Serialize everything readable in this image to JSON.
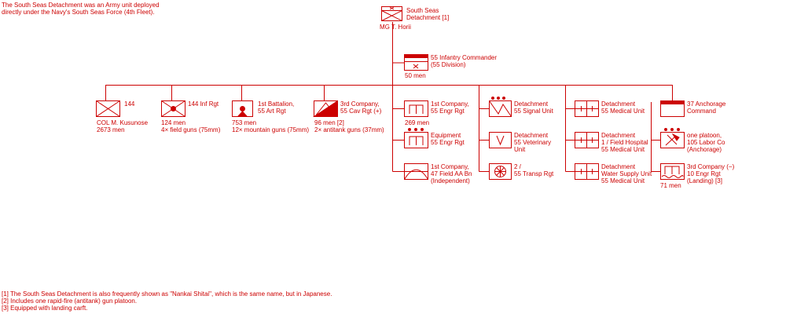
{
  "colors": {
    "ink": "#cc0000",
    "background": "#ffffff"
  },
  "intro_note": [
    "The South Seas Detachment was an Army unit deployed",
    "directly under the Navy's South Seas Force (4th Fleet)."
  ],
  "hq": {
    "symbol": "infantry-hq",
    "name": [
      "South Seas",
      "Detachment [1]"
    ],
    "commander": "MG  T. Horii"
  },
  "infantry_commander": {
    "symbol": "infantry-hq-band",
    "name": [
      "55 Infantry Commander",
      "(55 Division)"
    ],
    "strength": "50 men"
  },
  "row_units": [
    {
      "symbol": "infantry",
      "name": [
        "144"
      ],
      "below": [
        "COL  M. Kusunose",
        "2673 men"
      ]
    },
    {
      "symbol": "field-artillery",
      "name": [
        "144 Inf Rgt"
      ],
      "below": [
        "124 men",
        "4× field guns (75mm)"
      ]
    },
    {
      "symbol": "mountain-artillery",
      "name": [
        "1st Battalion,",
        "55 Art Rgt"
      ],
      "below": [
        "753 men",
        "12× mountain guns (75mm)"
      ]
    },
    {
      "symbol": "cavalry-antitank",
      "name": [
        "3rd Company,",
        "55 Cav Rgt (+)"
      ],
      "below": [
        "96 men  [2]",
        "2× antitank guns (37mm)"
      ]
    }
  ],
  "engineer_column": [
    {
      "symbol": "engineer",
      "name": [
        "1st Company,",
        "55 Engr Rgt"
      ],
      "below": [
        "269 men"
      ]
    },
    {
      "symbol": "engineer-equipment",
      "name": [
        "Equipment",
        "55 Engr Rgt"
      ],
      "below": []
    },
    {
      "symbol": "anti-aircraft",
      "name": [
        "1st Company,",
        "47 Field AA Bn",
        "(Independent)"
      ],
      "below": []
    }
  ],
  "support_column": [
    {
      "symbol": "signal",
      "name": [
        "Detachment",
        "55 Signal Unit"
      ]
    },
    {
      "symbol": "veterinary",
      "name": [
        "Detachment",
        "55 Veterinary",
        "Unit"
      ]
    },
    {
      "symbol": "transport",
      "name": [
        "2 /",
        "55 Transp Rgt"
      ]
    }
  ],
  "medical_column": [
    {
      "symbol": "medical",
      "name": [
        "Detachment",
        "55 Medical Unit"
      ]
    },
    {
      "symbol": "field-hospital",
      "name": [
        "Detachment",
        "1 / Field Hospital",
        "55 Medical Unit"
      ]
    },
    {
      "symbol": "water-supply",
      "name": [
        "Detachment",
        "Water Supply Unit",
        "55 Medical Unit"
      ]
    }
  ],
  "anchorage_column": [
    {
      "symbol": "anchorage-hq",
      "name": [
        "37 Anchorage",
        "Command"
      ],
      "below": []
    },
    {
      "symbol": "labor",
      "name": [
        "one platoon,",
        "105 Labor Co",
        "(Anchorage)"
      ],
      "below": []
    },
    {
      "symbol": "landing-engineer",
      "name": [
        "3rd Company (−)",
        "10 Engr Rgt",
        "(Landing)  [3]"
      ],
      "below": [
        "71 men"
      ]
    }
  ],
  "footnotes": [
    "[1] The South Seas Detachment is also frequently shown as \"Nankai Shitai\", which is the same name, but in Japanese.",
    "[2] Includes one rapid-fire (antitank) gun platoon.",
    "[3] Equipped with landing carft."
  ]
}
